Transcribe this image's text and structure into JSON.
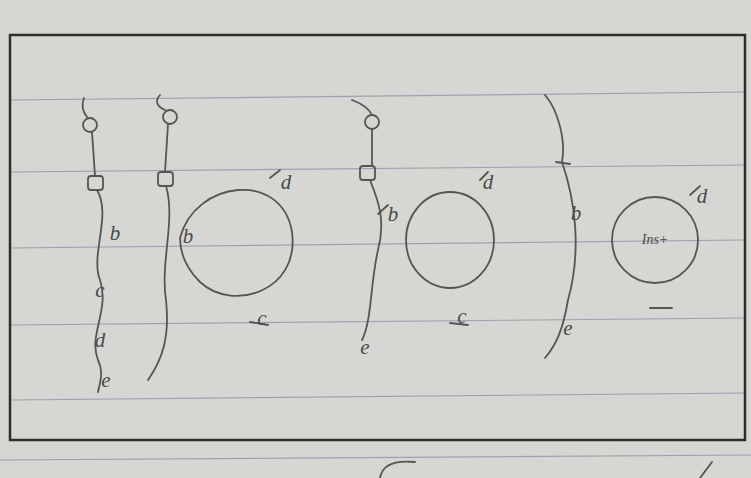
{
  "diagram": {
    "nodes": [
      {
        "text": [
          "Ins+"
        ]
      }
    ],
    "labels": [
      "b",
      "c",
      "d",
      "e",
      "b",
      "d",
      "c",
      "b",
      "d",
      "c",
      "e",
      "b",
      "d",
      "e"
    ]
  }
}
